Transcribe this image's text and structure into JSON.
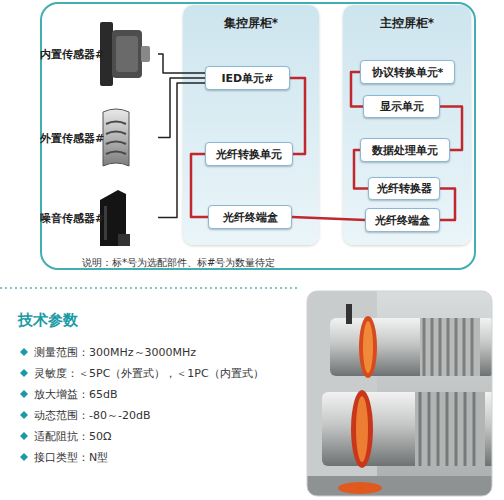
{
  "diagram": {
    "nodes": [
      {
        "text": [
          "说明：标*号为选配部件、标#号为数量待定"
        ]
      },
      {
        "text": [
          "内置传感器#"
        ],
        "in": 0
      },
      {
        "text": [
          "外置传感器#"
        ],
        "in": 0
      },
      {
        "text": [
          "噪音传感器#"
        ],
        "in": 0
      },
      {
        "text": [
          "集控屏柜*"
        ],
        "in": 0
      },
      {
        "text": [
          "IED单元#"
        ],
        "in": 4
      },
      {
        "text": [
          "光纤转换单元"
        ],
        "in": 4
      },
      {
        "text": [
          "光纤终端盒"
        ],
        "in": 4
      },
      {
        "text": [
          "主控屏柜*"
        ],
        "in": 0
      },
      {
        "text": [
          "协议转换单元*"
        ],
        "in": 8
      },
      {
        "text": [
          "显示单元"
        ],
        "in": 8
      },
      {
        "text": [
          "数据处理单元"
        ],
        "in": 8
      },
      {
        "text": [
          "光纤转换器"
        ],
        "in": 8
      },
      {
        "text": [
          "光纤终端盒"
        ],
        "in": 8
      }
    ],
    "edges": [
      {
        "from": 1,
        "to": 5,
        "arrow": "none"
      },
      {
        "from": 2,
        "to": 5,
        "arrow": "none"
      },
      {
        "from": 3,
        "to": 5,
        "arrow": "none"
      },
      {
        "from": 5,
        "to": 6,
        "arrow": "none"
      },
      {
        "from": 6,
        "to": 7,
        "arrow": "none"
      },
      {
        "from": 7,
        "to": 13,
        "arrow": "none"
      },
      {
        "from": 13,
        "to": 12,
        "arrow": "none"
      },
      {
        "from": 12,
        "to": 11,
        "arrow": "none"
      },
      {
        "from": 11,
        "to": 10,
        "arrow": "none"
      },
      {
        "from": 10,
        "to": 9,
        "arrow": "none"
      }
    ],
    "labels": [
      "技术参数",
      "测量范围：300MHz～3000MHz",
      "灵敏度：＜5PC（外置式），＜1PC（内置式）",
      "放大增益：65dB",
      "动态范围：-80～-20dB",
      "适配阻抗：50Ω",
      "接口类型：N型"
    ]
  }
}
